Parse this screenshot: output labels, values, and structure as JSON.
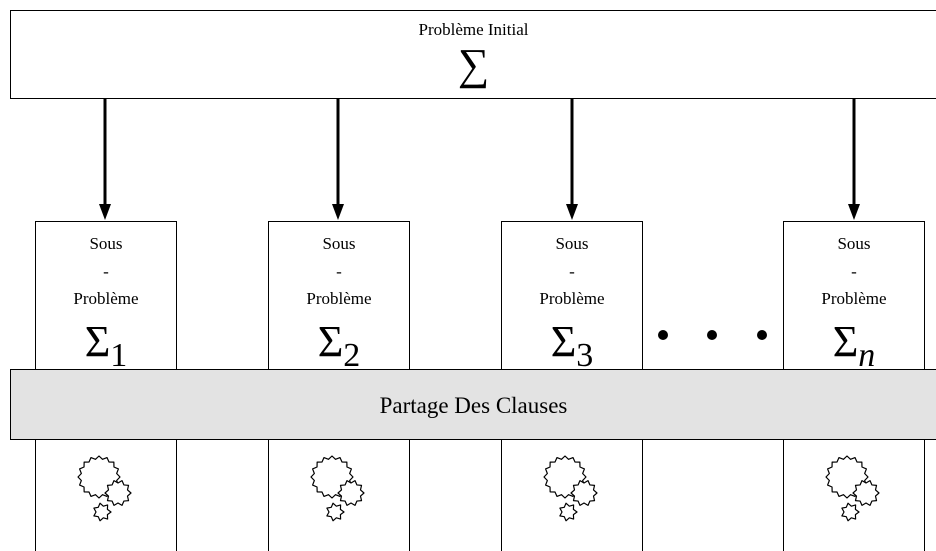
{
  "top": {
    "label": "Problème Initial",
    "symbol": "∑"
  },
  "subproblems": [
    {
      "line1": "Sous",
      "line2": "-",
      "line3": "Problème",
      "symbol": "Σ",
      "index": "1"
    },
    {
      "line1": "Sous",
      "line2": "-",
      "line3": "Problème",
      "symbol": "Σ",
      "index": "2"
    },
    {
      "line1": "Sous",
      "line2": "-",
      "line3": "Problème",
      "symbol": "Σ",
      "index": "3"
    },
    {
      "line1": "Sous",
      "line2": "-",
      "line3": "Problème",
      "symbol": "Σ",
      "index": "n"
    }
  ],
  "band": {
    "label": "Partage Des Clauses"
  },
  "icons": [
    "gears-icon",
    "gears-icon",
    "gears-icon",
    "gears-icon"
  ]
}
